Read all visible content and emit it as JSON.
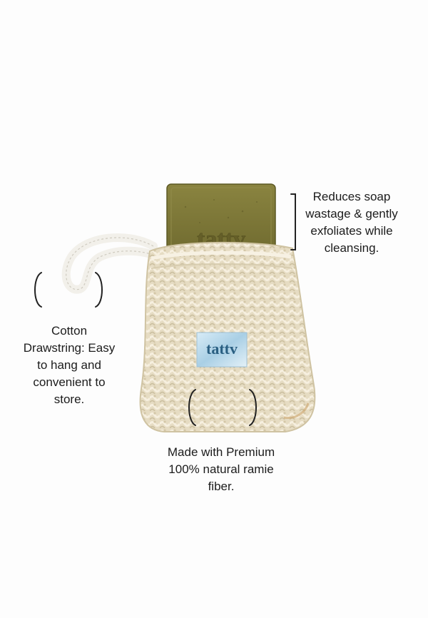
{
  "product": {
    "soap_brand_emboss": "tattv",
    "bag_label_brand": "tattv"
  },
  "annotations": {
    "soap": "Reduces soap\nwastage & gently\nexfoliates while\ncleansing.",
    "drawstring": "Cotton\nDrawstring: Easy\nto hang and\nconvenient to\nstore.",
    "fiber": "Made with Premium\n100% natural ramie\nfiber."
  },
  "colors": {
    "background": "#fdfdfd",
    "soap": "#7a7634",
    "bag": "#e9dfc6",
    "label": "#4f8fb1",
    "text": "#1c1c1c"
  }
}
